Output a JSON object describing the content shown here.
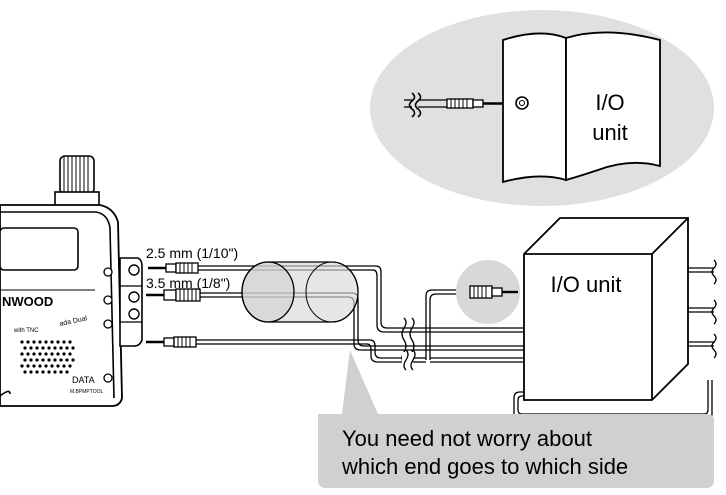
{
  "radio": {
    "brand": "NWOOD",
    "tnc_label": "with TNC",
    "model_label": "ada Dual",
    "data_label": "DATA",
    "small_label": "M.BPMPTOOL"
  },
  "cables": {
    "label_2_5": "2.5 mm (1/10\")",
    "label_3_5": "3.5 mm (1/8\")"
  },
  "io_unit_inset": {
    "line1": "I/O",
    "line2": "unit"
  },
  "io_unit_main": {
    "label": "I/O unit"
  },
  "callout": {
    "line1": "You need not worry about",
    "line2": "which end goes to which side"
  },
  "colors": {
    "bubble_gray": "#e0e0e0",
    "callout_gray": "#d0d0d0",
    "line": "#000000"
  }
}
